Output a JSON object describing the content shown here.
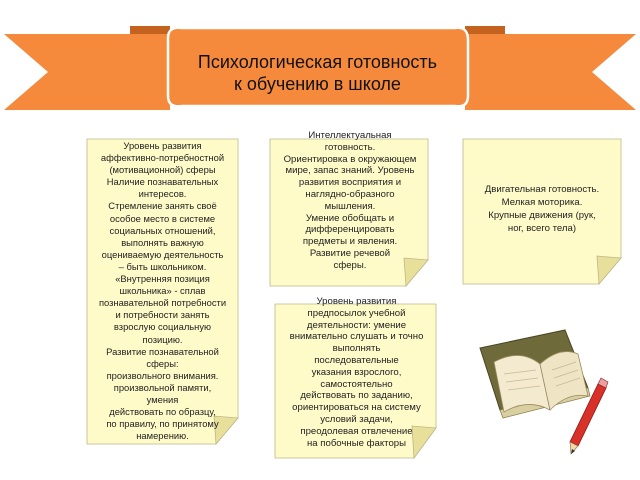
{
  "title": {
    "line1": "Психологическая готовность",
    "line2": "к обучению в школе"
  },
  "colors": {
    "banner": "#f58a3c",
    "banner_dark": "#c4621f",
    "note": "#fffbc8",
    "note_fold": "#e8e09a"
  },
  "notes": {
    "motivational": {
      "lines": [
        "Уровень развития",
        "аффективно-потребностной",
        "(мотивационной) сферы",
        "Наличие познавательных",
        "интересов.",
        "Стремление занять своё",
        "особое место в системе",
        "социальных отношений,",
        "выполнять важную",
        "оцениваемую деятельность",
        "– быть школьником.",
        "«Внутренняя позиция",
        "школьника» - сплав",
        "познавательной потребности",
        "и потребности занять",
        "взрослую социальную",
        "позицию.",
        "Развитие познавательной",
        "сферы:",
        "произвольного внимания.",
        "произвольной памяти,",
        "умения",
        "действовать по образцу,",
        "по правилу, по принятому",
        "намерению."
      ]
    },
    "intellectual": {
      "lines": [
        "Интеллектуальная",
        "готовность.",
        "Ориентировка в окружающем",
        "мире, запас знаний. Уровень",
        "развития восприятия и",
        "наглядно-образного",
        "мышления.",
        "Умение обобщать и",
        "дифференцировать",
        "предметы и явления.",
        "Развитие речевой",
        "сферы."
      ]
    },
    "motor": {
      "lines": [
        "Двигательная готовность.",
        "Мелкая моторика.",
        "Крупные движения (рук,",
        "ног, всего тела)"
      ]
    },
    "learning": {
      "lines": [
        "Уровень развития",
        "предпосылок учебной",
        "деятельности: умение",
        "внимательно слушать и точно",
        "выполнять",
        "последовательные",
        "указания взрослого,",
        "самостоятельно",
        "действовать по заданию,",
        "ориентироваться на систему",
        "условий задачи,",
        "преодолевая отвлечение",
        "на побочные факторы"
      ]
    }
  },
  "icons": {
    "book": "book-and-pencil-icon"
  }
}
